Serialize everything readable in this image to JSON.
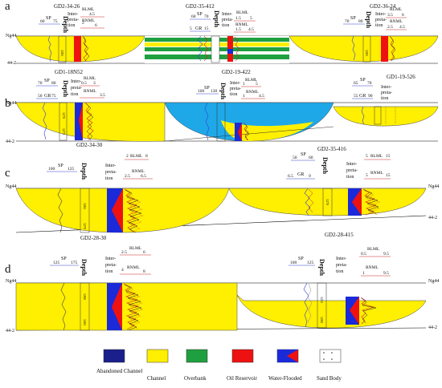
{
  "panels": [
    {
      "letter": "a",
      "top_horizon": "Ng44",
      "bottom_horizon": "44-2",
      "wells": [
        {
          "name": "GD2-34-26",
          "log1": {
            "name": "SP",
            "min": "60",
            "max": "75"
          },
          "rlml": {
            "min": "",
            "max": "4.5"
          },
          "rnml": {
            "min": "2",
            "max": "6"
          },
          "interp": [
            "Inter-",
            "preta-",
            "tion"
          ],
          "depth_title": "Depth",
          "ticks": [
            "1265"
          ]
        },
        {
          "name": "GD2-35-412",
          "log1": {
            "name": "SP",
            "min": "60",
            "max": "70"
          },
          "log2": {
            "name": "GR",
            "min": "5",
            "max": "15"
          },
          "rlml": {
            "min": "1.5",
            "max": "5"
          },
          "rnml": {
            "min": "1.5",
            "max": "4.5"
          },
          "interp": [
            "Inter-",
            "preta-",
            "tion"
          ],
          "depth_title": "Depth",
          "ticks": []
        },
        {
          "name": "GD2-36-24",
          "log1": {
            "name": "SP",
            "min": "70",
            "max": "80"
          },
          "rlml": {
            "min": "3.5",
            "max": "6"
          },
          "rnml": {
            "min": "2.5",
            "max": "4.5"
          },
          "interp": [
            "Inter-",
            "preta-",
            "tion"
          ],
          "depth_title": "Depth",
          "ticks": [
            "1265"
          ]
        }
      ]
    },
    {
      "letter": "b",
      "top_horizon": "Ng44",
      "bottom_horizon": "44-2",
      "wells": [
        {
          "name": "GD1-18N52",
          "log1": {
            "name": "SP",
            "min": "70",
            "max": "80"
          },
          "log2": {
            "name": "GR",
            "min": "50",
            "max": "75"
          },
          "rlml": {
            "min": "0.5",
            "max": "3"
          },
          "rnml": {
            "min": "",
            "max": "3.5"
          },
          "interp": [
            "Inter-",
            "preta-",
            "tion"
          ],
          "depth_title": "Depth",
          "ticks": [
            "1270",
            "1275"
          ]
        },
        {
          "name": "GD2-19-422",
          "log1": {
            "name": "SP",
            "min": "100",
            "max": "130"
          },
          "rlml": {
            "min": "1",
            "max": "5"
          },
          "rnml": {
            "min": "1",
            "max": "4.5"
          },
          "interp": [
            "Inter-",
            "preta-",
            "tion"
          ],
          "depth_title": "Depth",
          "ticks": []
        },
        {
          "name": "GD1-19-526",
          "log1": {
            "name": "SP",
            "min": "65",
            "max": "70"
          },
          "log2": {
            "name": "GR",
            "min": "55",
            "max": "90"
          },
          "interp": [
            "Inter-",
            "preta-",
            "tion"
          ],
          "depth_title": "",
          "ticks": []
        }
      ]
    },
    {
      "letter": "c",
      "top_horizon": "Ng44",
      "bottom_horizon": "44-2",
      "wells": [
        {
          "name": "GD2-34-30",
          "log1": {
            "name": "SP",
            "min": "100",
            "max": "125"
          },
          "rlml": {
            "min": "2",
            "max": "8"
          },
          "rnml": {
            "min": "2.5",
            "max": "6.5"
          },
          "interp": [
            "Inter-",
            "preta-",
            "tion"
          ],
          "depth_title": "Depth",
          "ticks": [
            "1265",
            "1270"
          ]
        },
        {
          "name": "GD2-35-416",
          "log1": {
            "name": "SP",
            "min": "50",
            "max": "60"
          },
          "log2": {
            "name": "GR",
            "min": "6.5",
            "max": "9"
          },
          "rlml": {
            "min": "5",
            "max": "15"
          },
          "rnml": {
            "min": "5",
            "max": "15"
          },
          "interp": [
            "Inter-",
            "preta-",
            "tion"
          ],
          "depth_title": "Depth",
          "ticks": [
            "1270"
          ]
        }
      ]
    },
    {
      "letter": "d",
      "top_horizon": "Ng44",
      "bottom_horizon": "44-2",
      "wells": [
        {
          "name": "GD2-28-30",
          "log1": {
            "name": "SP",
            "min": "125",
            "max": "175"
          },
          "rlml": {
            "min": "2.5",
            "max": "6"
          },
          "rnml": {
            "min": "4",
            "max": "8"
          },
          "interp": [
            "Inter-",
            "preta-",
            "tion"
          ],
          "depth_title": "Depth",
          "ticks": [
            "1260",
            "1265"
          ]
        },
        {
          "name": "GD2-28-415",
          "log1": {
            "name": "SP",
            "min": "100",
            "max": "125"
          },
          "rlml": {
            "min": "0.5",
            "max": "9.5"
          },
          "rnml": {
            "min": "1",
            "max": "9.5"
          },
          "interp": [
            "Inter-",
            "preta-",
            "tion"
          ],
          "depth_title": "Depth",
          "ticks": [
            "1255",
            "1260"
          ]
        }
      ]
    }
  ],
  "log_labels": {
    "rlml": "RLML",
    "rnml": "RNML"
  },
  "legend": [
    {
      "key": "abandoned",
      "label": "Abandoned Channel",
      "color": "#1a1f8c"
    },
    {
      "key": "channel",
      "label": "Channel",
      "color": "#ffef00"
    },
    {
      "key": "overbank",
      "label": "Overbank",
      "color": "#1fa040"
    },
    {
      "key": "oil",
      "label": "Oil Reservoir",
      "color": "#ee1111"
    },
    {
      "key": "flooded",
      "label": "Water-Flooded",
      "color": "#1a2ad8"
    },
    {
      "key": "sand",
      "label": "Sand Body",
      "color": "#ffffff"
    }
  ],
  "colors": {
    "channel": "#ffef00",
    "overbank": "#1fa040",
    "abandoned_fill": "#1ea8e8",
    "oil": "#ee1111",
    "flooded": "#1a2ad8"
  }
}
